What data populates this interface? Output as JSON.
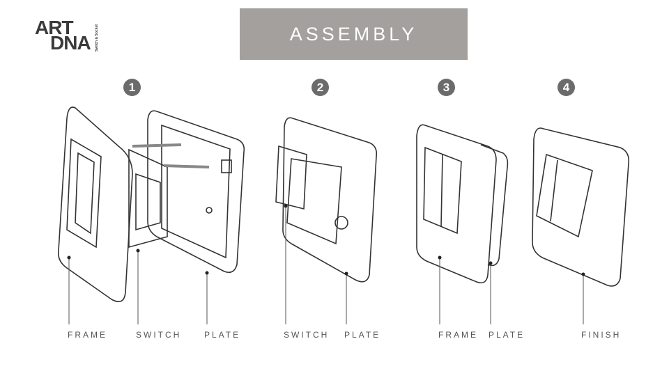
{
  "logo": {
    "line1": "ART",
    "line2": "DNA",
    "tagline": "Switch & Socket"
  },
  "banner": {
    "title": "ASSEMBLY"
  },
  "steps": [
    {
      "number": "1",
      "labels": [
        "FRAME",
        "SWITCH",
        "PLATE"
      ]
    },
    {
      "number": "2",
      "labels": [
        "SWITCH",
        "PLATE"
      ]
    },
    {
      "number": "3",
      "labels": [
        "FRAME",
        "PLATE"
      ]
    },
    {
      "number": "4",
      "labels": [
        "FINISH"
      ]
    }
  ]
}
